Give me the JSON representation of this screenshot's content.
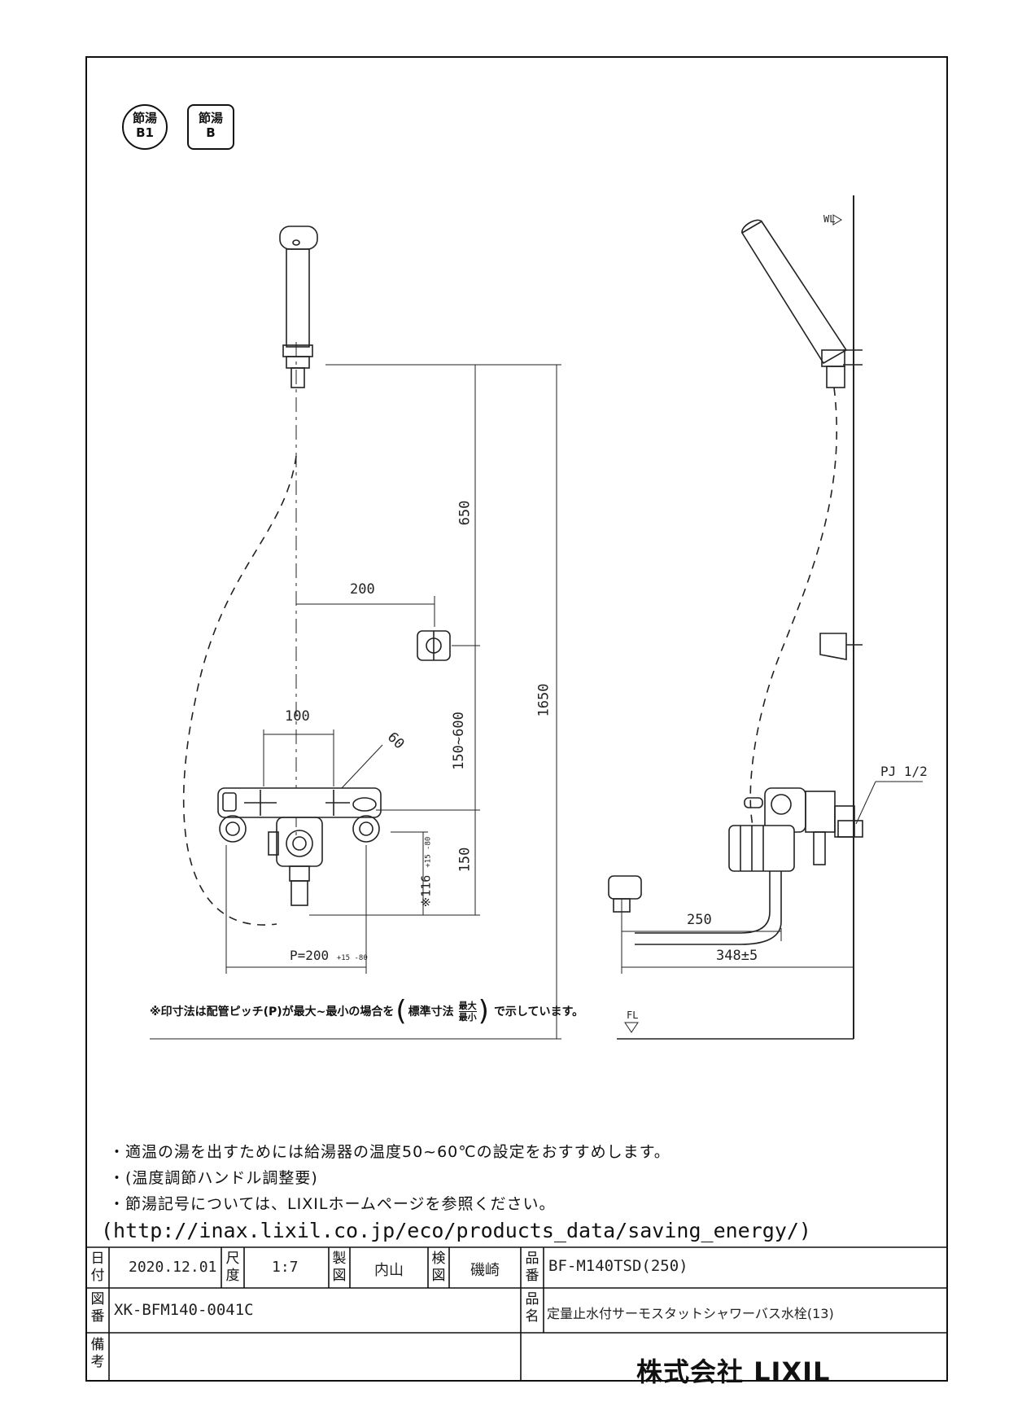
{
  "badges": [
    {
      "top": "節湯",
      "bottom": "B1"
    },
    {
      "top": "節湯",
      "bottom": "B"
    }
  ],
  "dimensions": {
    "d650": "650",
    "d1650": "1650",
    "d200": "200",
    "d100": "100",
    "d60": "60",
    "d150_600": "150~600",
    "d150": "150",
    "d116": "※116",
    "d116_tol": "+15 -80",
    "pitch": "P=200",
    "pitch_tol": "+15 -80",
    "d250": "250",
    "d348": "348±5",
    "pj": "PJ 1/2",
    "wl": "WL",
    "fl": "FL"
  },
  "dim_note": {
    "prefix": "※印寸法は配管ピッチ(P)が最大~最小の場合を",
    "std": "標準寸法",
    "max": "最大",
    "min": "最小",
    "suffix": "で示しています。"
  },
  "notes": [
    "・適温の湯を出すためには給湯器の温度50~60℃の設定をおすすめします。",
    "・(温度調節ハンドル調整要)",
    "・節湯記号については、LIXILホームページを参照ください。"
  ],
  "url": "(http://inax.lixil.co.jp/eco/products_data/saving_energy/)",
  "title_block": {
    "date_label": "日付",
    "date": "2020.12.01",
    "scale_label": "尺度",
    "scale": "1:7",
    "drawn_label": "製図",
    "drawn": "内山",
    "checked_label": "検図",
    "checked": "磯崎",
    "part_no_label": "品番",
    "part_no": "BF-M140TSD(250)",
    "drawing_no_label": "図番",
    "drawing_no": "XK-BFM140-0041C",
    "product_name_label": "品名",
    "product_name": "定量止水付サーモスタットシャワーバス水栓(13)",
    "remarks_label": "備考",
    "company": "株式会社 LIXIL"
  }
}
